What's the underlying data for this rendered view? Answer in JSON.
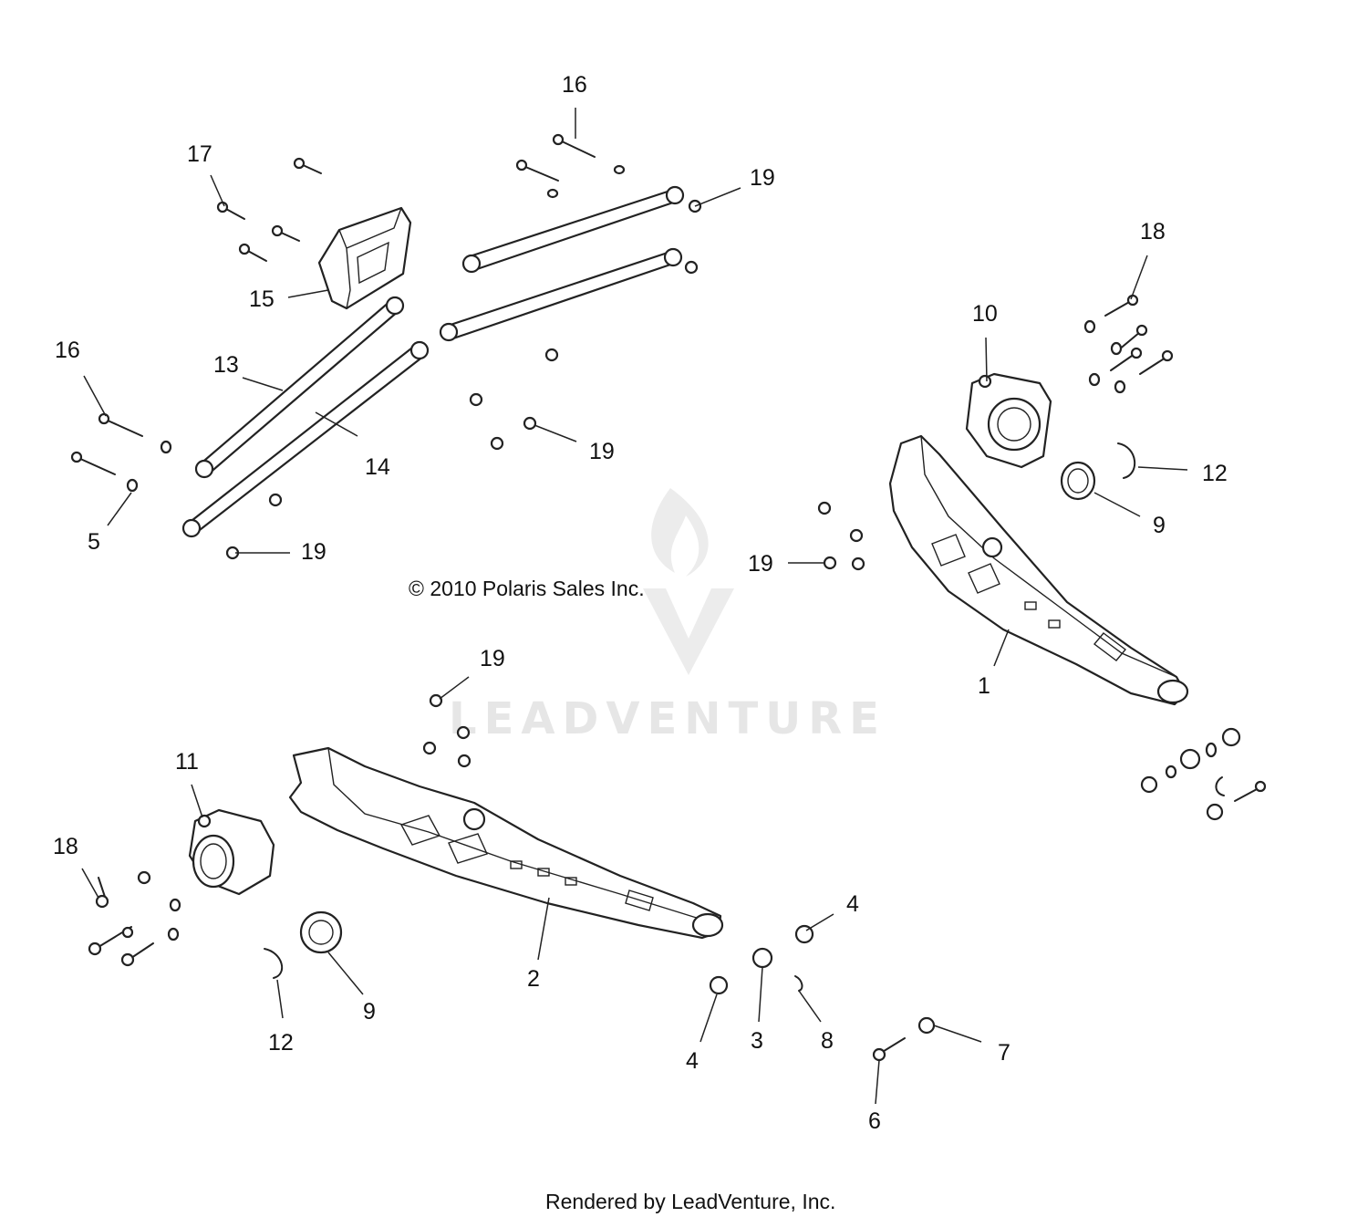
{
  "copyright": "© 2010 Polaris Sales Inc.",
  "footer": "Rendered by LeadVenture, Inc.",
  "watermark": {
    "text": "LEADVENTURE",
    "icon": "flame-v-logo"
  },
  "callouts": [
    "16",
    "17",
    "19",
    "15",
    "13",
    "14",
    "16",
    "5",
    "19",
    "19",
    "18",
    "10",
    "12",
    "9",
    "19",
    "1",
    "19",
    "11",
    "18",
    "2",
    "4",
    "9",
    "12",
    "4",
    "3",
    "8",
    "7",
    "6"
  ]
}
